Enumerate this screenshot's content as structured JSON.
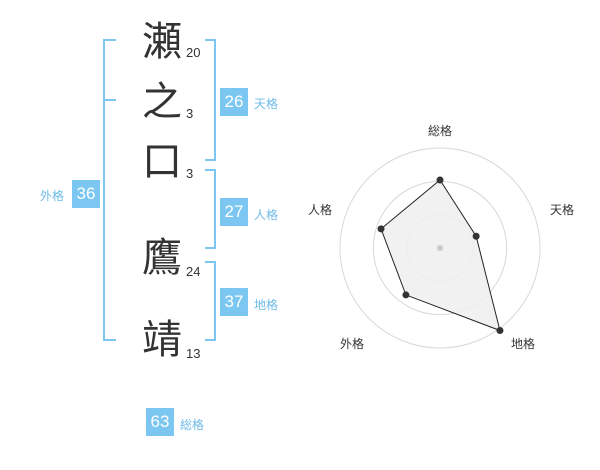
{
  "name": {
    "chars": [
      {
        "char": "瀬",
        "strokes": "20"
      },
      {
        "char": "之",
        "strokes": "3"
      },
      {
        "char": "口",
        "strokes": "3"
      },
      {
        "char": "鷹",
        "strokes": "24"
      },
      {
        "char": "靖",
        "strokes": "13"
      }
    ]
  },
  "fortunes": {
    "tenkaku": {
      "value": "26",
      "label": "天格"
    },
    "jinkaku": {
      "value": "27",
      "label": "人格"
    },
    "chikaku": {
      "value": "37",
      "label": "地格"
    },
    "gaikaku": {
      "value": "36",
      "label": "外格"
    },
    "soukaku": {
      "value": "63",
      "label": "総格"
    }
  },
  "colors": {
    "accent": "#7cc7f2",
    "bracket": "#7cc7f2",
    "text": "#333333",
    "radar_fill": "#efefef",
    "radar_line": "#222222"
  },
  "chart_data": {
    "type": "radar",
    "axes": [
      "総格",
      "天格",
      "地格",
      "外格",
      "人格"
    ],
    "values": [
      0.68,
      0.38,
      1.02,
      0.58,
      0.62
    ],
    "rings": 3
  }
}
